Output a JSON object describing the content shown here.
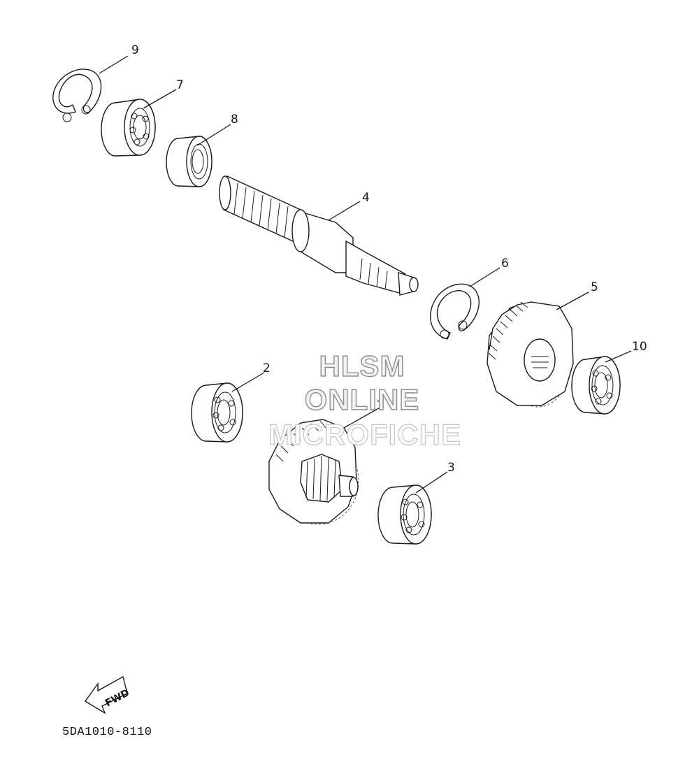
{
  "watermark": {
    "line1": "HLSM",
    "line2": "ONLINE",
    "line3": "MICROFICHE"
  },
  "callouts": [
    {
      "id": "1",
      "label": "1"
    },
    {
      "id": "2",
      "label": "2"
    },
    {
      "id": "3",
      "label": "3"
    },
    {
      "id": "4",
      "label": "4"
    },
    {
      "id": "5",
      "label": "5"
    },
    {
      "id": "6",
      "label": "6"
    },
    {
      "id": "7",
      "label": "7"
    },
    {
      "id": "8",
      "label": "8"
    },
    {
      "id": "9",
      "label": "9"
    },
    {
      "id": "10",
      "label": "10"
    }
  ],
  "direction_arrow": {
    "label": "FWD"
  },
  "diagram_code": "5DA1010-8110"
}
